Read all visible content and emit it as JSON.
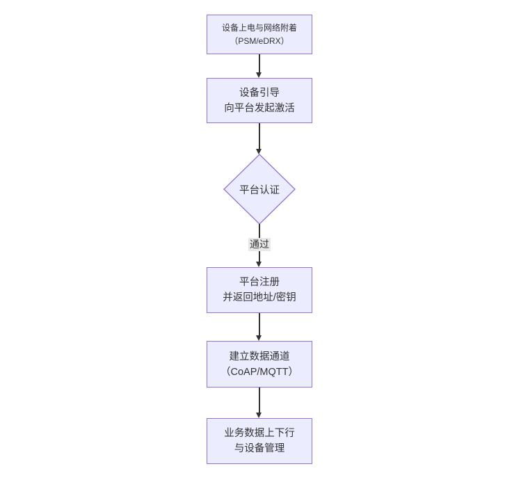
{
  "flow": {
    "title": "NB-IoT device onboarding flowchart",
    "colors": {
      "background": "#ffffff",
      "node_fill": "#ECECFF",
      "node_border": "#9370DB",
      "text": "#333333",
      "arrow": "#333333",
      "edge_label_bg": "#e8e8e8"
    },
    "nodes": [
      {
        "id": "power-attach",
        "shape": "rect",
        "lines": [
          "设备上电与网络附着",
          "（PSM/eDRX）"
        ]
      },
      {
        "id": "bootstrap",
        "shape": "rect",
        "lines": [
          "设备引导",
          "向平台发起激活"
        ]
      },
      {
        "id": "auth-decision",
        "shape": "diamond",
        "lines": [
          "平台认证"
        ]
      },
      {
        "id": "register",
        "shape": "rect",
        "lines": [
          "平台注册",
          "并返回地址/密钥"
        ]
      },
      {
        "id": "data-channel",
        "shape": "rect",
        "lines": [
          "建立数据通道",
          "（CoAP/MQTT）"
        ]
      },
      {
        "id": "business-data",
        "shape": "rect",
        "lines": [
          "业务数据上下行",
          "与设备管理"
        ]
      }
    ],
    "edges": [
      {
        "from": "power-attach",
        "to": "bootstrap",
        "label": ""
      },
      {
        "from": "bootstrap",
        "to": "auth-decision",
        "label": ""
      },
      {
        "from": "auth-decision",
        "to": "register",
        "label": "通过"
      },
      {
        "from": "register",
        "to": "data-channel",
        "label": ""
      },
      {
        "from": "data-channel",
        "to": "business-data",
        "label": ""
      }
    ]
  }
}
